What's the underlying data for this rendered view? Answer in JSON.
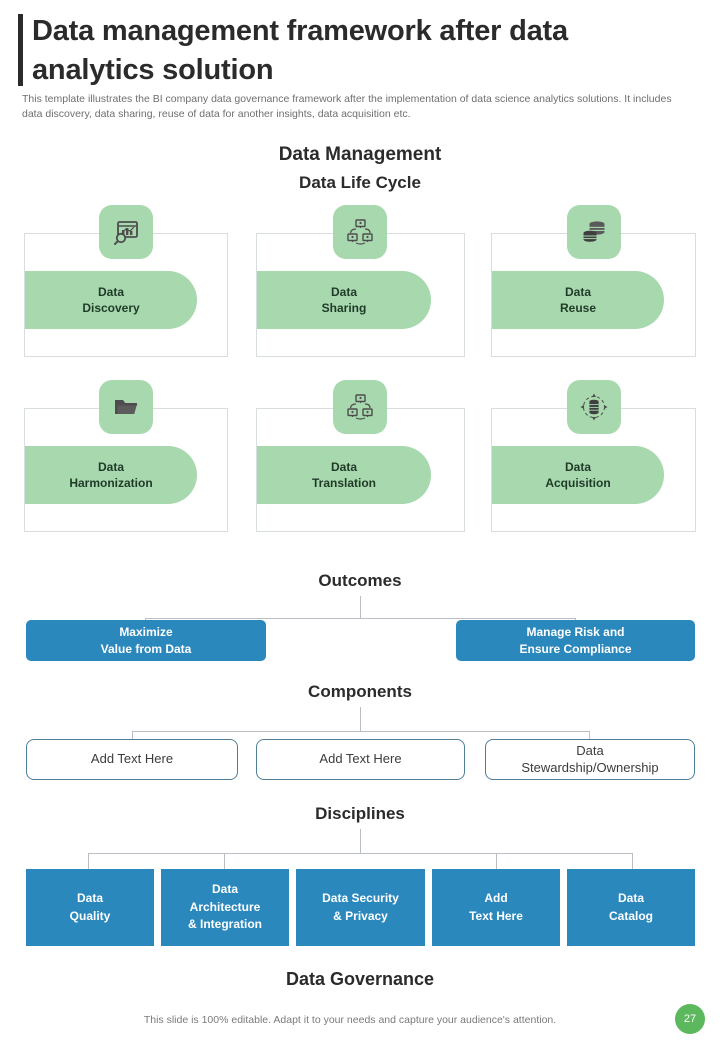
{
  "header": {
    "title": "Data management framework after data analytics solution",
    "subtitle": "This template illustrates the BI company data governance framework after the implementation of data science analytics solutions. It includes data discovery, data sharing, reuse of data for another insights, data acquisition etc."
  },
  "sections": {
    "data_management": "Data Management",
    "data_life_cycle": "Data Life Cycle",
    "outcomes": "Outcomes",
    "components": "Components",
    "disciplines": "Disciplines",
    "data_governance": "Data Governance"
  },
  "life_cycle": [
    {
      "label": "Data\nDiscovery",
      "icon": "chart-search-icon"
    },
    {
      "label": "Data\nSharing",
      "icon": "network-share-icon"
    },
    {
      "label": "Data\nReuse",
      "icon": "database-stack-icon"
    },
    {
      "label": "Data\nHarmonization",
      "icon": "folder-icon"
    },
    {
      "label": "Data\nTranslation",
      "icon": "network-share-icon"
    },
    {
      "label": "Data\nAcquisition",
      "icon": "database-arrows-icon"
    }
  ],
  "outcomes": [
    {
      "label": "Maximize\nValue from Data"
    },
    {
      "label": "Manage Risk and\nEnsure Compliance"
    }
  ],
  "components": [
    {
      "label": "Add Text Here"
    },
    {
      "label": "Add Text Here"
    },
    {
      "label": "Data\nStewardship/Ownership"
    }
  ],
  "disciplines": [
    {
      "label": "Data\nQuality"
    },
    {
      "label": "Data\nArchitecture\n& Integration"
    },
    {
      "label": "Data Security\n& Privacy"
    },
    {
      "label": "Add\nText Here"
    },
    {
      "label": "Data\nCatalog"
    }
  ],
  "footer": {
    "note": "This slide is 100% editable. Adapt it to your needs and capture your audience's attention.",
    "page_number": "27"
  },
  "colors": {
    "green_accent": "#a8d8ae",
    "blue_accent": "#2b88bd",
    "badge_green": "#5cb85c",
    "title_dark": "#2b2b2b",
    "connector_gray": "#b9bfc4"
  }
}
